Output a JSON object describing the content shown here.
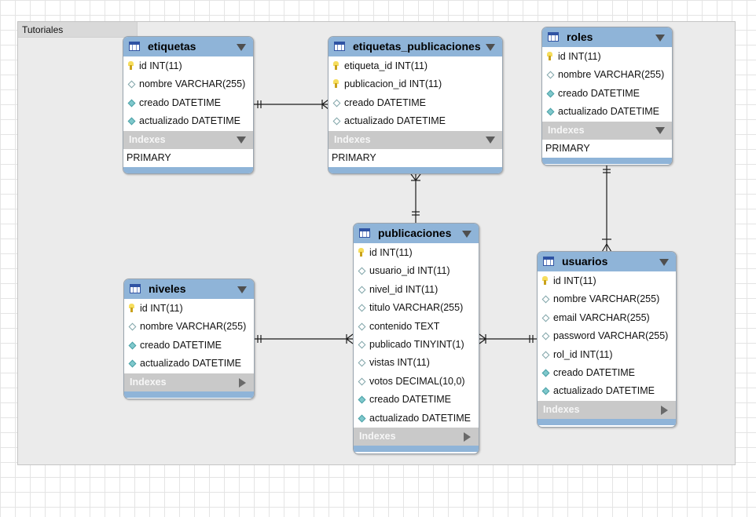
{
  "layer": {
    "name": "Tutoriales"
  },
  "tables": {
    "etiquetas": {
      "name": "etiquetas",
      "columns": [
        {
          "label": "id INT(11)",
          "icon": "primary-key-icon"
        },
        {
          "label": "nombre VARCHAR(255)",
          "icon": "nullable-column-icon"
        },
        {
          "label": "creado DATETIME",
          "icon": "not-null-column-icon"
        },
        {
          "label": "actualizado DATETIME",
          "icon": "not-null-column-icon"
        }
      ],
      "indexes_label": "Indexes",
      "indexes": [
        "PRIMARY"
      ]
    },
    "etiquetas_publicaciones": {
      "name": "etiquetas_publicaciones",
      "columns": [
        {
          "label": "etiqueta_id INT(11)",
          "icon": "primary-key-icon"
        },
        {
          "label": "publicacion_id INT(11)",
          "icon": "primary-key-icon"
        },
        {
          "label": "creado DATETIME",
          "icon": "nullable-column-icon"
        },
        {
          "label": "actualizado DATETIME",
          "icon": "nullable-column-icon"
        }
      ],
      "indexes_label": "Indexes",
      "indexes": [
        "PRIMARY"
      ]
    },
    "roles": {
      "name": "roles",
      "columns": [
        {
          "label": "id INT(11)",
          "icon": "primary-key-icon"
        },
        {
          "label": "nombre VARCHAR(255)",
          "icon": "nullable-column-icon"
        },
        {
          "label": "creado DATETIME",
          "icon": "not-null-column-icon"
        },
        {
          "label": "actualizado DATETIME",
          "icon": "not-null-column-icon"
        }
      ],
      "indexes_label": "Indexes",
      "indexes": [
        "PRIMARY"
      ]
    },
    "publicaciones": {
      "name": "publicaciones",
      "columns": [
        {
          "label": "id INT(11)",
          "icon": "primary-key-icon"
        },
        {
          "label": "usuario_id INT(11)",
          "icon": "nullable-column-icon"
        },
        {
          "label": "nivel_id INT(11)",
          "icon": "nullable-column-icon"
        },
        {
          "label": "titulo VARCHAR(255)",
          "icon": "nullable-column-icon"
        },
        {
          "label": "contenido TEXT",
          "icon": "nullable-column-icon"
        },
        {
          "label": "publicado TINYINT(1)",
          "icon": "nullable-column-icon"
        },
        {
          "label": "vistas INT(11)",
          "icon": "nullable-column-icon"
        },
        {
          "label": "votos DECIMAL(10,0)",
          "icon": "nullable-column-icon"
        },
        {
          "label": "creado DATETIME",
          "icon": "not-null-column-icon"
        },
        {
          "label": "actualizado DATETIME",
          "icon": "not-null-column-icon"
        }
      ],
      "indexes_label": "Indexes"
    },
    "niveles": {
      "name": "niveles",
      "columns": [
        {
          "label": "id INT(11)",
          "icon": "primary-key-icon"
        },
        {
          "label": "nombre VARCHAR(255)",
          "icon": "nullable-column-icon"
        },
        {
          "label": "creado DATETIME",
          "icon": "not-null-column-icon"
        },
        {
          "label": "actualizado DATETIME",
          "icon": "not-null-column-icon"
        }
      ],
      "indexes_label": "Indexes"
    },
    "usuarios": {
      "name": "usuarios",
      "columns": [
        {
          "label": "id INT(11)",
          "icon": "primary-key-icon"
        },
        {
          "label": "nombre VARCHAR(255)",
          "icon": "nullable-column-icon"
        },
        {
          "label": "email VARCHAR(255)",
          "icon": "nullable-column-icon"
        },
        {
          "label": "password VARCHAR(255)",
          "icon": "nullable-column-icon"
        },
        {
          "label": "rol_id INT(11)",
          "icon": "nullable-column-icon"
        },
        {
          "label": "creado DATETIME",
          "icon": "not-null-column-icon"
        },
        {
          "label": "actualizado DATETIME",
          "icon": "not-null-column-icon"
        }
      ],
      "indexes_label": "Indexes"
    }
  },
  "relationships": [
    {
      "from": "etiquetas",
      "to": "etiquetas_publicaciones",
      "cardinality": "one-to-many"
    },
    {
      "from": "publicaciones",
      "to": "etiquetas_publicaciones",
      "cardinality": "one-to-many"
    },
    {
      "from": "roles",
      "to": "usuarios",
      "cardinality": "one-to-many"
    },
    {
      "from": "niveles",
      "to": "publicaciones",
      "cardinality": "one-to-many"
    },
    {
      "from": "usuarios",
      "to": "publicaciones",
      "cardinality": "one-to-many"
    }
  ]
}
